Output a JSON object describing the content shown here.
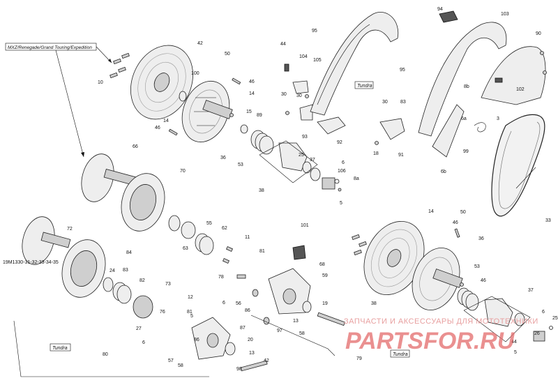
{
  "diagram": {
    "note_variants": "MXZ/Renegade/Grand Touring/Expedition",
    "tag_tundra": "Tundra",
    "drawing_code": "19M1330-31-32-33-34-35",
    "watermark_line": "ЗАПЧАСТИ И АКСЕССУАРЫ ДЛЯ МОТОТЕХНИКИ",
    "watermark_logo": "PARTSFOR.RU",
    "callouts": [
      "42",
      "50",
      "100",
      "10",
      "46",
      "14",
      "15",
      "89",
      "14",
      "46",
      "36",
      "53",
      "25",
      "37",
      "38",
      "6",
      "106",
      "8a",
      "5",
      "44",
      "104",
      "105",
      "30",
      "30",
      "93",
      "92",
      "30",
      "83",
      "18",
      "91",
      "95",
      "94",
      "103",
      "90",
      "95",
      "8b",
      "102",
      "3",
      "6a",
      "99",
      "6b",
      "33",
      "66",
      "70",
      "55",
      "62",
      "63",
      "72",
      "84",
      "24",
      "83",
      "82",
      "73",
      "12",
      "27",
      "81",
      "6",
      "76",
      "86",
      "5",
      "57",
      "58",
      "80",
      "11",
      "81",
      "78",
      "6",
      "56",
      "86",
      "101",
      "68",
      "59",
      "13",
      "19",
      "97",
      "58",
      "79",
      "87",
      "20",
      "13",
      "98",
      "42",
      "14",
      "46",
      "50",
      "36",
      "53",
      "46",
      "38",
      "37",
      "6",
      "25",
      "26",
      "44",
      "5"
    ]
  }
}
